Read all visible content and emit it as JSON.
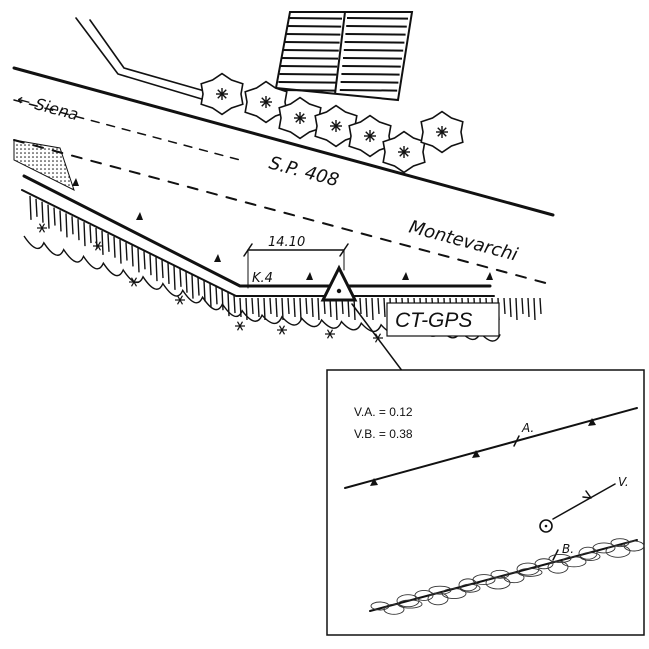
{
  "map": {
    "road_label_west": "← Siena",
    "road_label_route": "S.P. 408",
    "road_label_east": "Montevarchi",
    "dimension": "14.10",
    "benchmark_code": "K.4",
    "station_label": "CT-GPS"
  },
  "inset": {
    "va": "V.A. = 0.12",
    "vb": "V.B. = 0.38",
    "label_a": "A.",
    "label_b": "B.",
    "label_v": "V."
  }
}
